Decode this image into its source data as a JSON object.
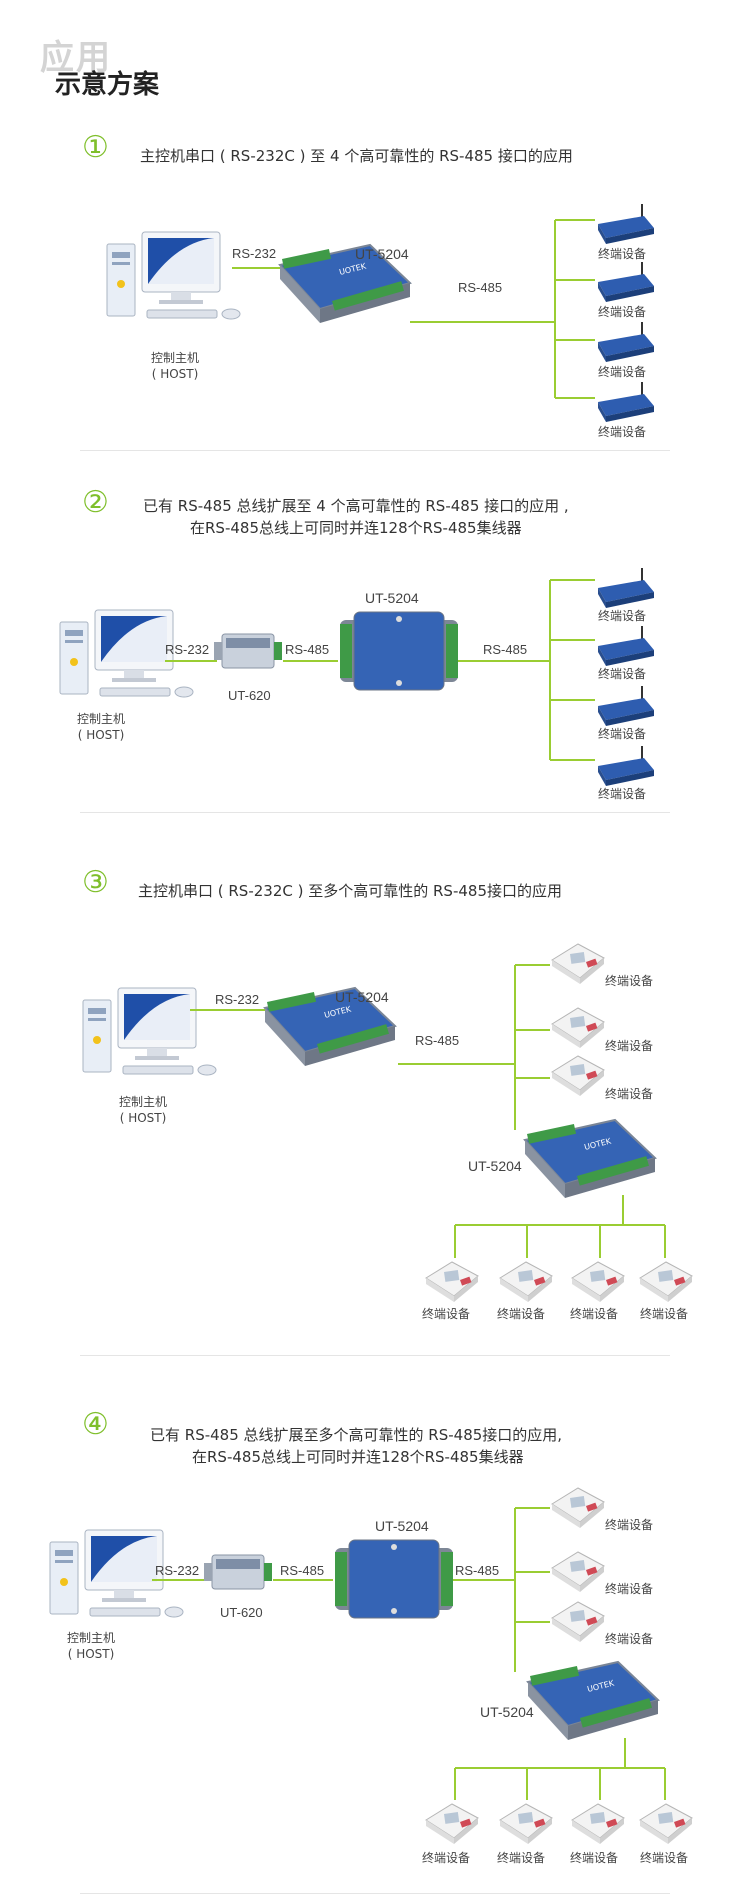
{
  "header": {
    "line1": "应用",
    "line2": "示意方案"
  },
  "s1": {
    "num": "①",
    "title": "主控机串口 ( RS-232C ) 至 4 个高可靠性的 RS-485 接口的应用",
    "rs232": "RS-232",
    "rs485": "RS-485",
    "converter": "UT-5204",
    "host1": "控制主机",
    "host2": "( HOST)",
    "terminal": "终端设备"
  },
  "s2": {
    "num": "②",
    "title1": "已有 RS-485 总线扩展至 4 个高可靠性的 RS-485 接口的应用 ,",
    "title2": "在RS-485总线上可同时并连128个RS-485集线器",
    "rs232": "RS-232",
    "rs485a": "RS-485",
    "rs485b": "RS-485",
    "converter": "UT-5204",
    "adapter": "UT-620",
    "host1": "控制主机",
    "host2": "( HOST)",
    "terminal": "终端设备"
  },
  "s3": {
    "num": "③",
    "title": "主控机串口 ( RS-232C ) 至多个高可靠性的  RS-485接口的应用",
    "rs232": "RS-232",
    "rs485": "RS-485",
    "converter": "UT-5204",
    "converter2": "UT-5204",
    "host1": "控制主机",
    "host2": "( HOST)",
    "terminal": "终端设备"
  },
  "s4": {
    "num": "④",
    "title1": "已有 RS-485 总线扩展至多个高可靠性的 RS-485接口的应用,",
    "title2": "在RS-485总线上可同时并连128个RS-485集线器",
    "rs232": "RS-232",
    "rs485a": "RS-485",
    "rs485b": "RS-485",
    "converter": "UT-5204",
    "converter2": "UT-5204",
    "adapter": "UT-620",
    "host1": "控制主机",
    "host2": "( HOST)",
    "terminal": "终端设备"
  },
  "colors": {
    "accent": "#7fbf2b",
    "wire": "#9acd32",
    "device_blue": "#2b5aa8"
  },
  "icons": {
    "host": "computer-icon",
    "hub": "rs485-hub-icon",
    "router": "router-icon",
    "terminal": "terminal-device-icon",
    "adapter": "ut620-converter-icon"
  }
}
